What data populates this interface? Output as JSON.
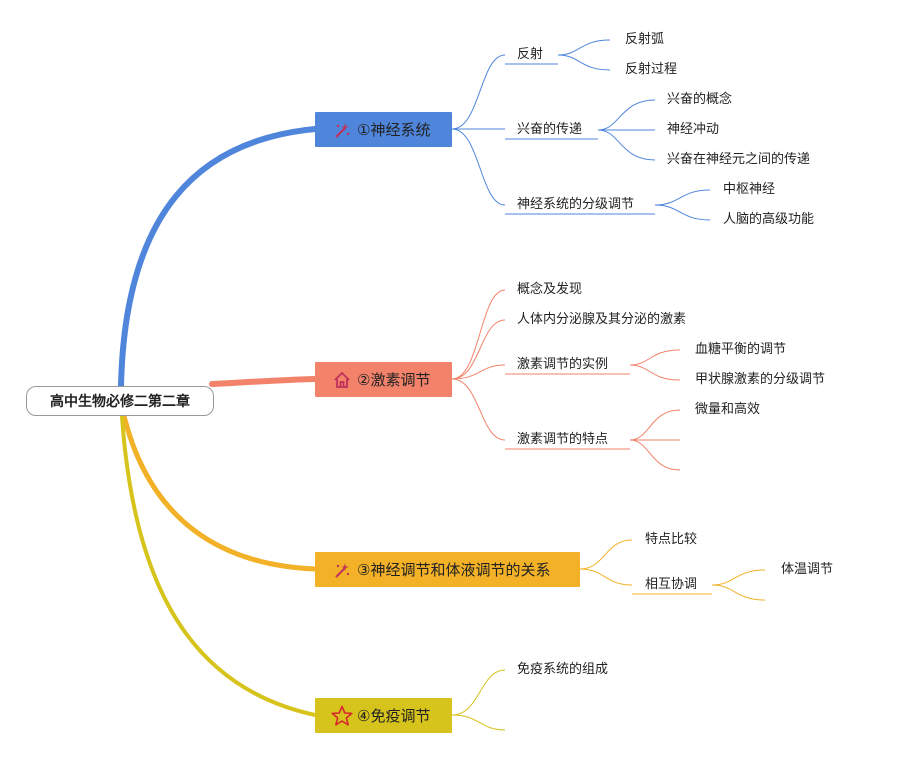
{
  "root": {
    "title": "高中生物必修二第二章"
  },
  "colors": {
    "nervous": "#4f86dc",
    "hormone": "#f2826a",
    "relation": "#f2b127",
    "immune": "#d6c31b"
  },
  "branches": [
    {
      "label": "①神经系统",
      "icon": "sparkle-icon",
      "children": [
        {
          "label": "反射",
          "children": [
            "反射弧",
            "反射过程"
          ]
        },
        {
          "label": "兴奋的传递",
          "children": [
            "兴奋的概念",
            "神经冲动",
            "兴奋在神经元之间的传递"
          ]
        },
        {
          "label": "神经系统的分级调节",
          "children": [
            "中枢神经",
            "人脑的高级功能"
          ]
        }
      ]
    },
    {
      "label": "②激素调节",
      "icon": "house-icon",
      "children": [
        {
          "label": "概念及发现",
          "children": []
        },
        {
          "label": "人体内分泌腺及其分泌的激素",
          "children": []
        },
        {
          "label": "激素调节的实例",
          "children": [
            "血糖平衡的调节",
            "甲状腺激素的分级调节"
          ]
        },
        {
          "label": "激素调节的特点",
          "children": [
            "微量和高效",
            "",
            ""
          ]
        }
      ]
    },
    {
      "label": "③神经调节和体液调节的关系",
      "icon": "sparkle-icon",
      "children": [
        {
          "label": "特点比较",
          "children": []
        },
        {
          "label": "相互协调",
          "children": [
            "体温调节",
            ""
          ]
        }
      ]
    },
    {
      "label": "④免疫调节",
      "icon": "star-icon",
      "children": [
        {
          "label": "免疫系统的组成",
          "children": []
        },
        {
          "label": "",
          "children": []
        }
      ]
    }
  ]
}
